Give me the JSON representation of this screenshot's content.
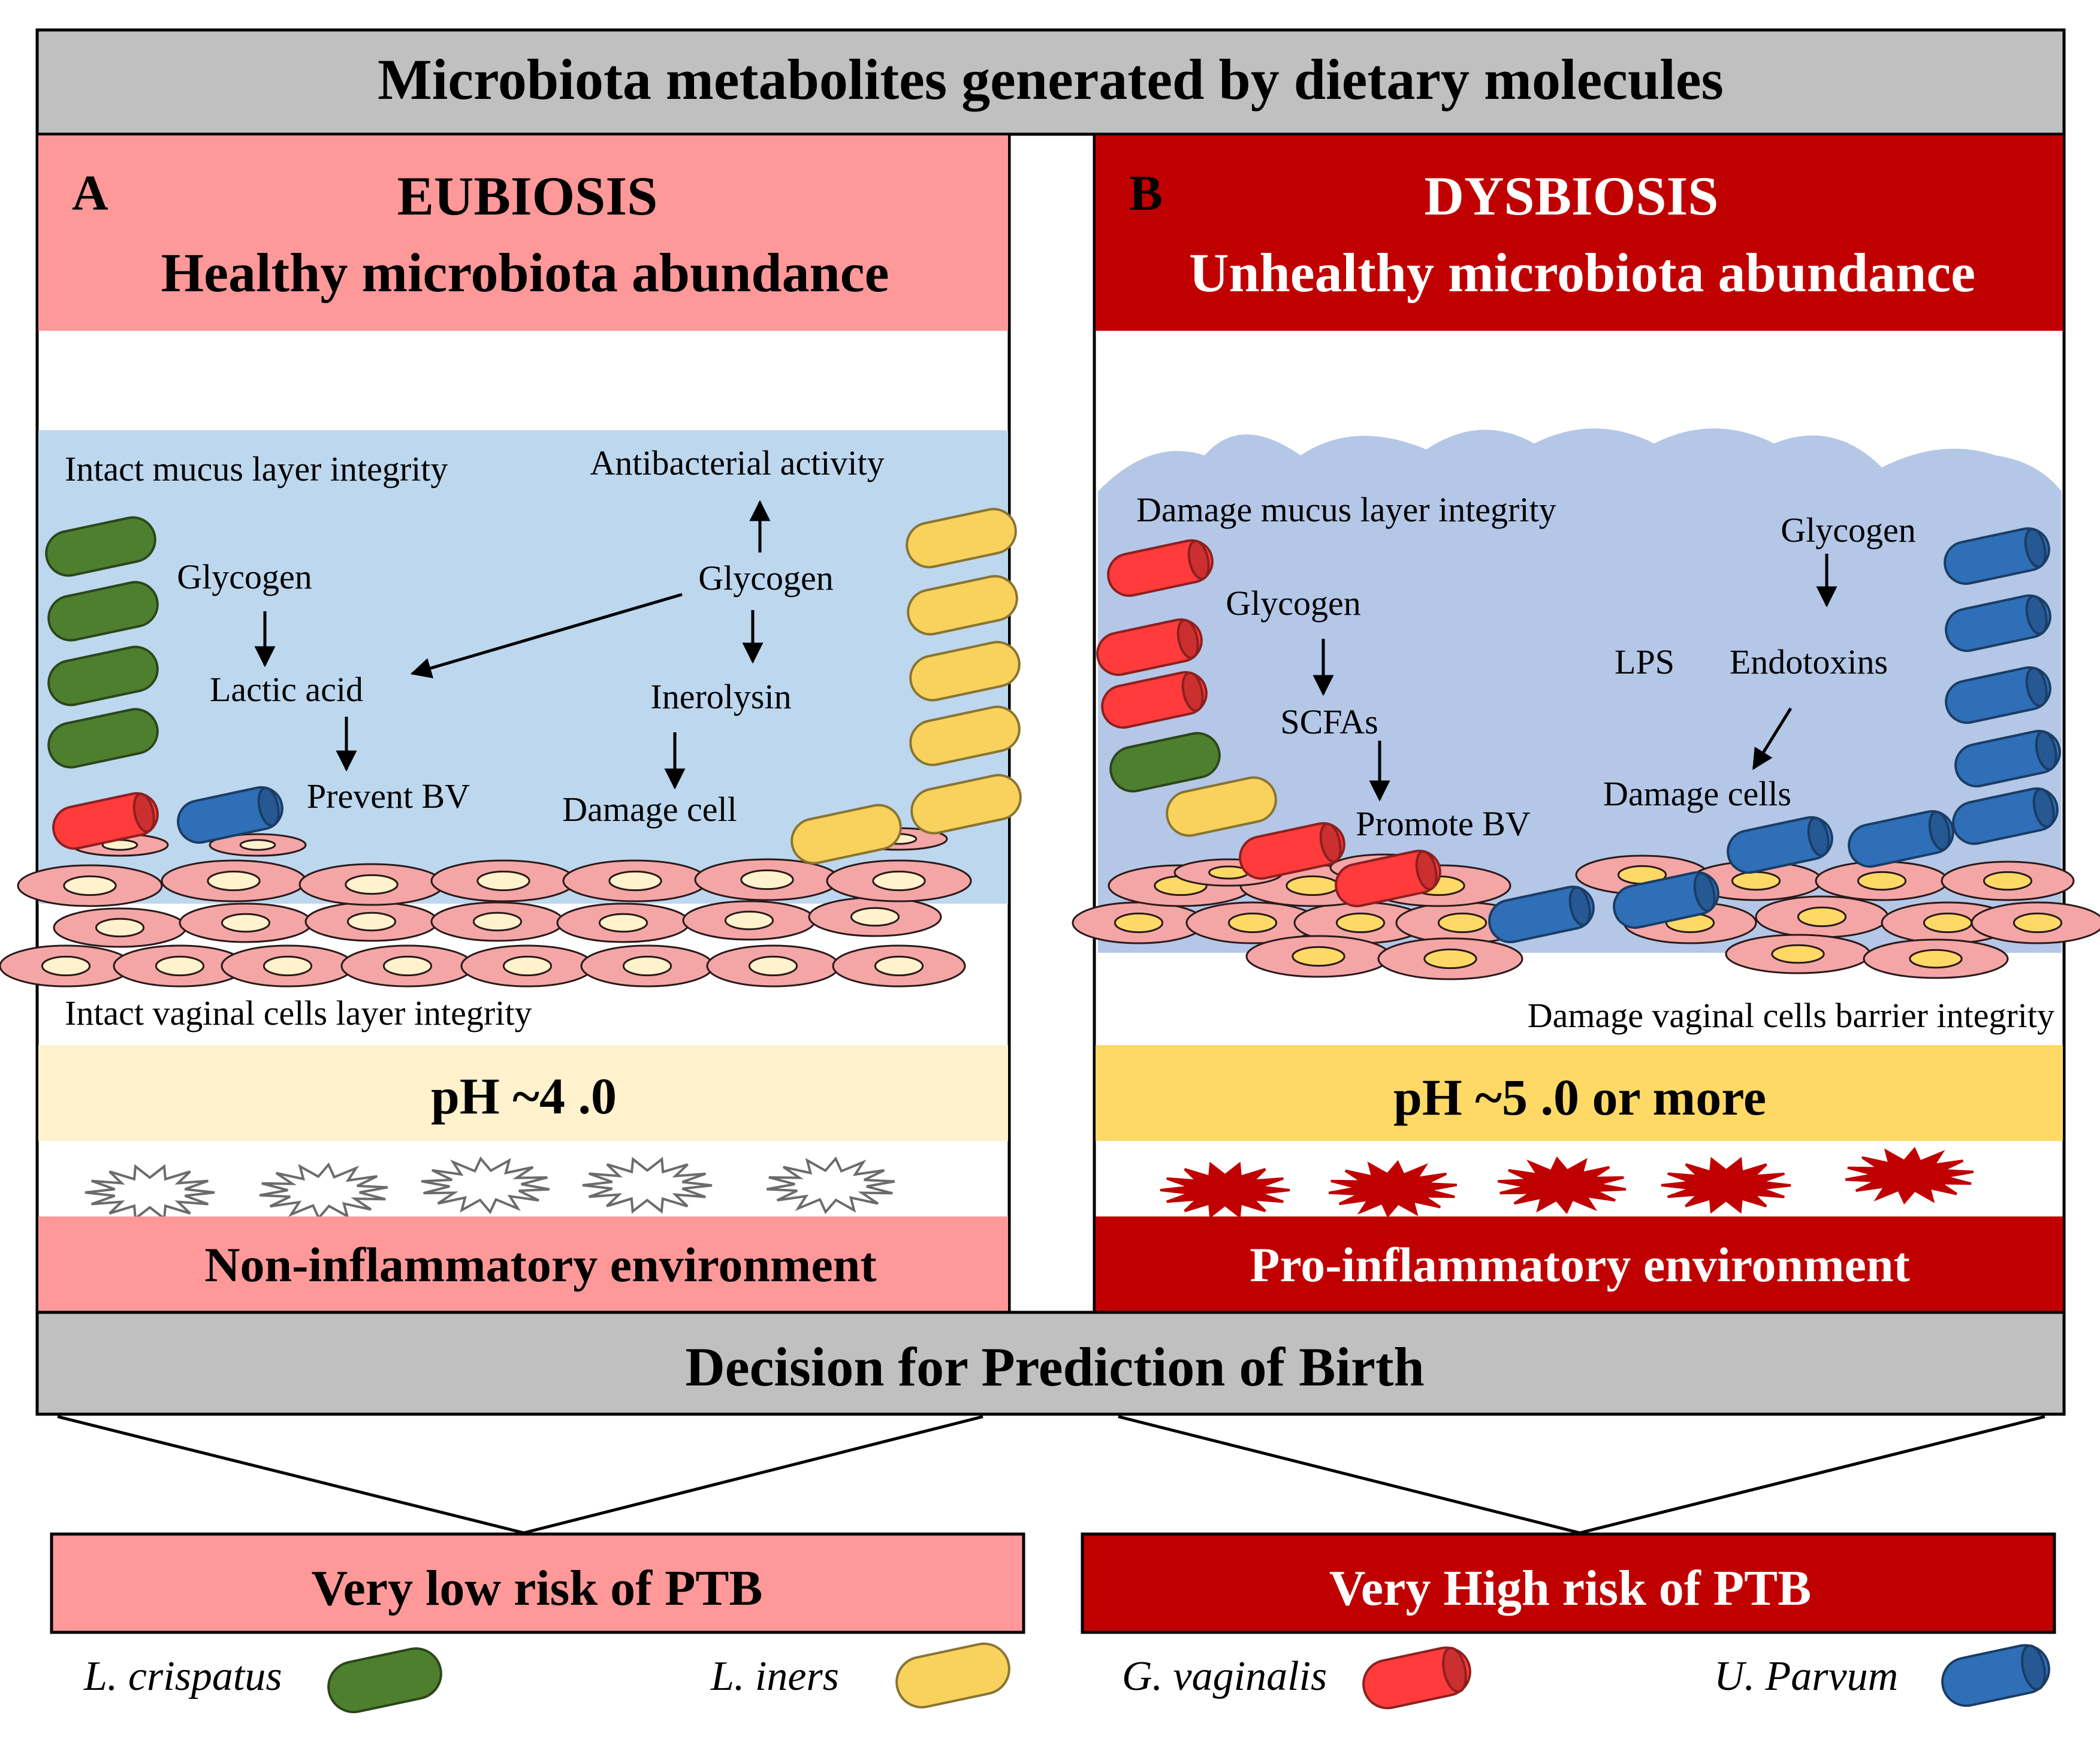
{
  "header": {
    "title": "Microbiota metabolites generated by dietary molecules"
  },
  "panel_a": {
    "letter": "A",
    "title": "EUBIOSIS",
    "subtitle": "Healthy microbiota abundance",
    "labels": {
      "mucus": "Intact mucus layer integrity",
      "antibacterial": "Antibacterial activity",
      "glycogen_left": "Glycogen",
      "glycogen_right": "Glycogen",
      "lactic_acid": "Lactic acid",
      "inerolysin": "Inerolysin",
      "prevent_bv": "Prevent BV",
      "damage_cell": "Damage cell",
      "cells_layer": "Intact vaginal cells layer integrity"
    },
    "ph": "pH ~4 .0",
    "environment": "Non-inflammatory environment"
  },
  "panel_b": {
    "letter": "B",
    "title": "DYSBIOSIS",
    "subtitle": "Unhealthy microbiota abundance",
    "labels": {
      "mucus": "Damage mucus layer integrity",
      "glycogen_left": "Glycogen",
      "glycogen_right": "Glycogen",
      "scfas": "SCFAs",
      "lps": "LPS",
      "endotoxins": "Endotoxins",
      "promote_bv": "Promote BV",
      "damage_cells": "Damage cells",
      "cells_barrier": "Damage vaginal cells barrier integrity"
    },
    "ph": "pH ~5 .0 or more",
    "environment": "Pro-inflammatory environment"
  },
  "decision": {
    "title": "Decision for Prediction of Birth"
  },
  "outcomes": {
    "low": "Very low risk of PTB",
    "high": "Very High risk of PTB"
  },
  "legend": [
    {
      "name": "L. crispatus",
      "color": "#4e7f2f"
    },
    {
      "name": "L. iners",
      "color": "#f8d25c"
    },
    {
      "name": "G. vaginalis",
      "color": "#ff3b3b"
    },
    {
      "name": "U. Parvum",
      "color": "#2f6fb8"
    }
  ],
  "colors": {
    "header_gray": "#c0c0c0",
    "eubiosis_pink": "#ff9999",
    "dysbiosis_red": "#c00000",
    "mucus_blue_a": "#bdd7ee",
    "mucus_blue_b": "#b4c7e7",
    "cell_pink": "#f4a6a6",
    "ph_a": "#fff2cc",
    "ph_b": "#ffd966",
    "nucleus_a": "#fff2cc",
    "nucleus_b": "#ffd966"
  }
}
